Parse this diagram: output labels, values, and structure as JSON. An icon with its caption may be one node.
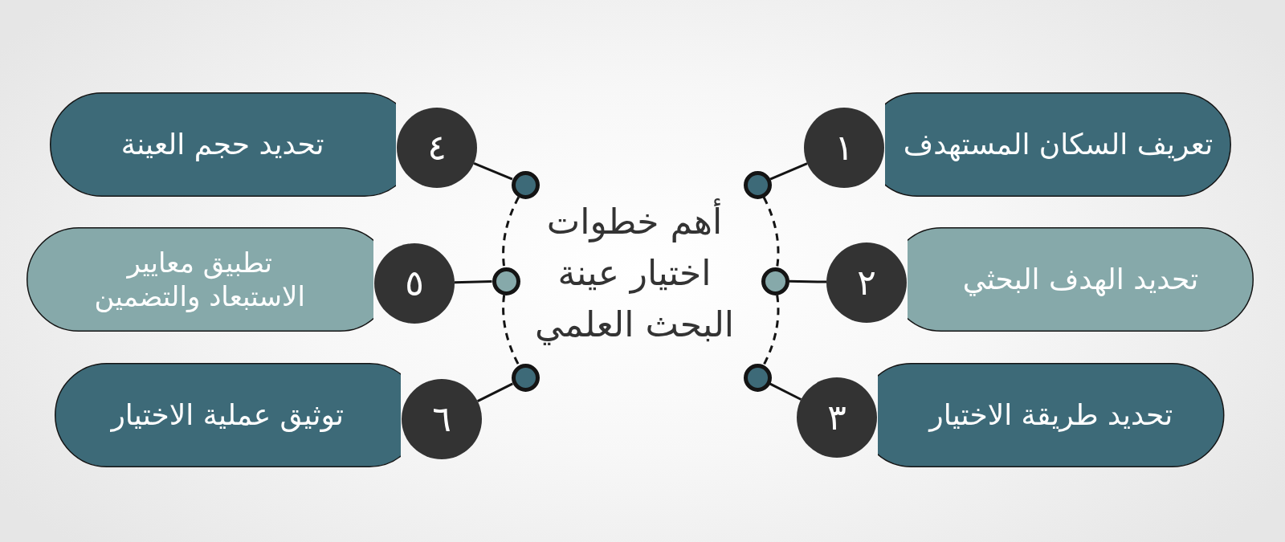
{
  "diagram": {
    "title": "أهم خطوات اختيار عينة البحث العلمي",
    "nodes": [
      {
        "text": [
          "تعريف السكان المستهدف"
        ]
      },
      {
        "text": [
          "١"
        ]
      },
      {
        "text": [
          "تحديد الهدف البحثي"
        ]
      },
      {
        "text": [
          "٢"
        ]
      },
      {
        "text": [
          "تحديد طريقة الاختيار"
        ]
      },
      {
        "text": [
          "٣"
        ]
      },
      {
        "text": [
          "تحديد حجم العينة"
        ]
      },
      {
        "text": [
          "٤"
        ]
      },
      {
        "text": [
          "تطبيق معايير الاستبعاد والتضمين"
        ]
      },
      {
        "text": [
          "٥"
        ]
      },
      {
        "text": [
          "توثيق عملية الاختيار"
        ]
      },
      {
        "text": [
          "٦"
        ]
      },
      {
        "text": [],
        "shape": "circle"
      },
      {
        "text": [],
        "shape": "circle"
      },
      {
        "text": [],
        "shape": "circle"
      },
      {
        "text": [],
        "shape": "circle"
      },
      {
        "text": [],
        "shape": "circle"
      },
      {
        "text": [],
        "shape": "circle"
      }
    ],
    "edges": [
      {
        "from": 1,
        "to": 12,
        "arrow": "none"
      },
      {
        "from": 3,
        "to": 13,
        "arrow": "none"
      },
      {
        "from": 5,
        "to": 14,
        "arrow": "none"
      },
      {
        "from": 12,
        "to": 13,
        "arrow": "none",
        "style": "dashed"
      },
      {
        "from": 13,
        "to": 14,
        "arrow": "none",
        "style": "dashed"
      },
      {
        "from": 7,
        "to": 15,
        "arrow": "none"
      },
      {
        "from": 9,
        "to": 16,
        "arrow": "none"
      },
      {
        "from": 11,
        "to": 17,
        "arrow": "none"
      },
      {
        "from": 15,
        "to": 16,
        "arrow": "none",
        "style": "dashed"
      },
      {
        "from": 16,
        "to": 17,
        "arrow": "none",
        "style": "dashed"
      }
    ]
  }
}
